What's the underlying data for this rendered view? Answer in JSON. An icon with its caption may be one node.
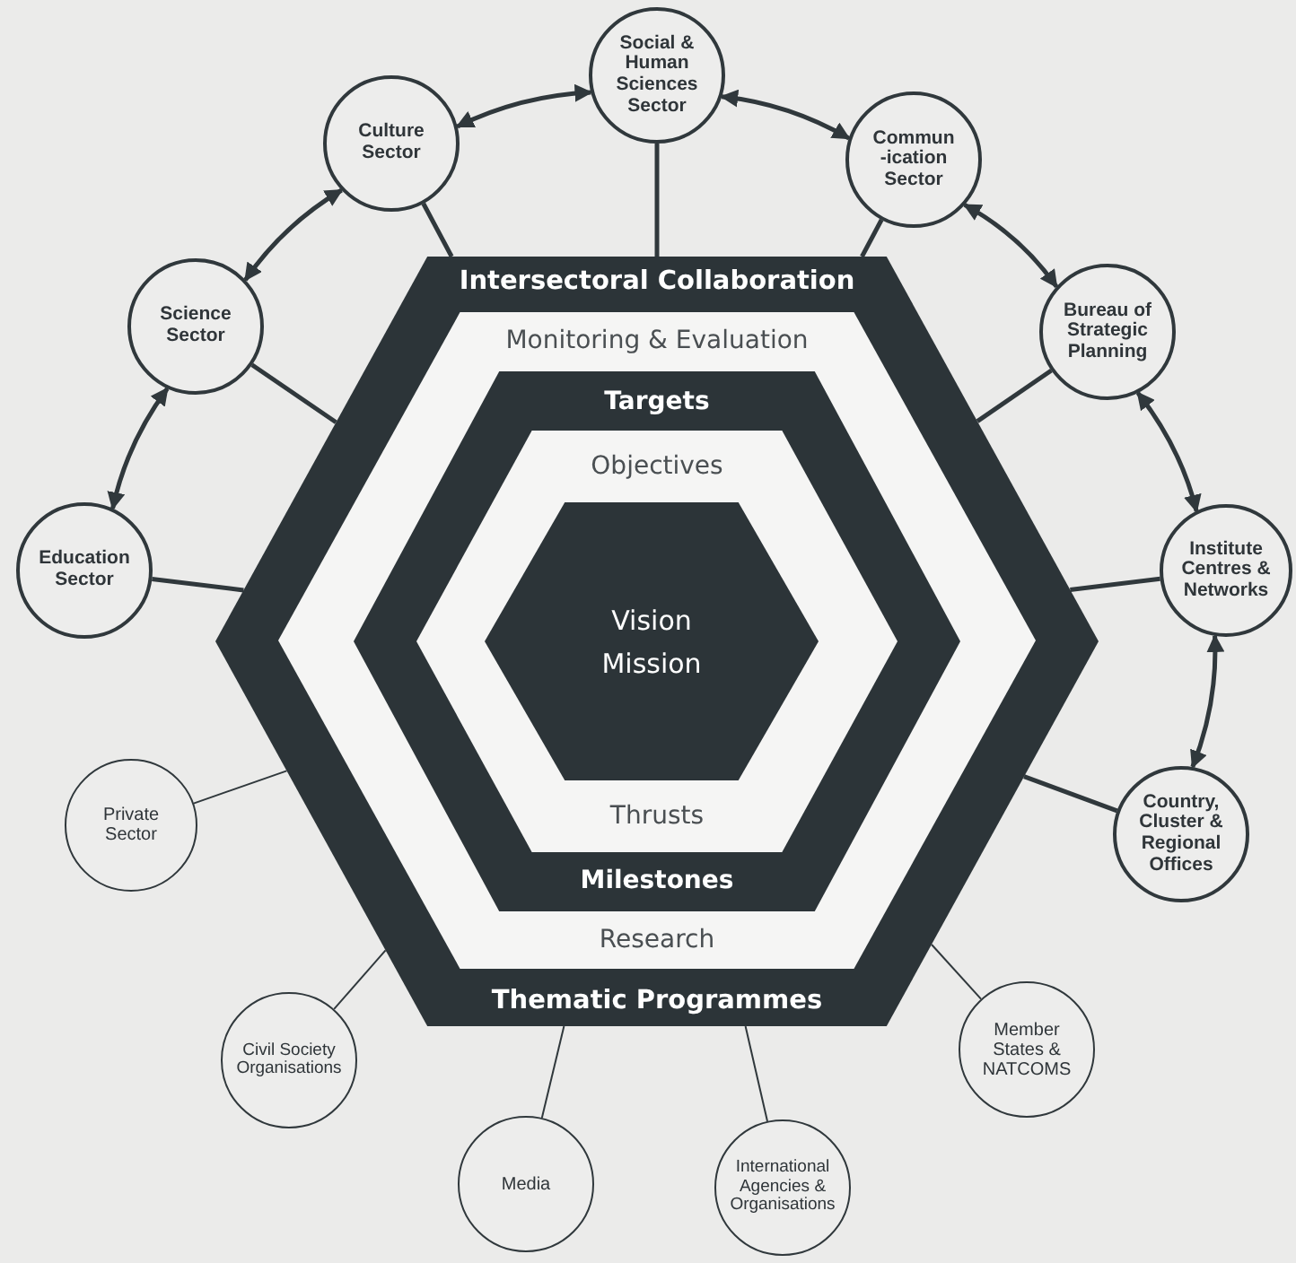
{
  "diagram": {
    "nodes": [
      {
        "text": [
          "Intersectoral Collaboration",
          "Thematic Programmes"
        ]
      },
      {
        "text": [
          "Monitoring & Evaluation",
          "Research"
        ],
        "in": 0
      },
      {
        "text": [
          "Targets",
          "Milestones"
        ],
        "in": 1
      },
      {
        "text": [
          "Objectives",
          "Thrusts"
        ],
        "in": 2
      },
      {
        "text": [
          "Vision Mission"
        ],
        "in": 3
      },
      {
        "text": [
          "Culture Sector"
        ]
      },
      {
        "text": [
          "Social & Human Sciences Sector"
        ]
      },
      {
        "text": [
          "Commun -ication Sector"
        ]
      },
      {
        "text": [
          "Bureau of Strategic Planning"
        ]
      },
      {
        "text": [
          "Institute Centres & Networks"
        ]
      },
      {
        "text": [
          "Country, Cluster & Regional Offices"
        ]
      },
      {
        "text": [
          "Education Sector"
        ]
      },
      {
        "text": [
          "Science Sector"
        ]
      },
      {
        "text": [
          "Private Sector"
        ]
      },
      {
        "text": [
          "Civil Society Organisations"
        ]
      },
      {
        "text": [
          "Media"
        ]
      },
      {
        "text": [
          "International Agencies & Organisations"
        ]
      },
      {
        "text": [
          "Member States & NATCOMS"
        ]
      }
    ],
    "edges": [
      {
        "from": 11,
        "to": 12,
        "arrow": "both"
      },
      {
        "from": 12,
        "to": 5,
        "arrow": "both"
      },
      {
        "from": 5,
        "to": 6,
        "arrow": "both"
      },
      {
        "from": 6,
        "to": 7,
        "arrow": "both"
      },
      {
        "from": 7,
        "to": 8,
        "arrow": "both"
      },
      {
        "from": 8,
        "to": 9,
        "arrow": "both"
      },
      {
        "from": 9,
        "to": 10,
        "arrow": "both"
      },
      {
        "from": 5,
        "to": 0,
        "arrow": "none"
      },
      {
        "from": 6,
        "to": 0,
        "arrow": "none"
      },
      {
        "from": 7,
        "to": 0,
        "arrow": "none"
      },
      {
        "from": 8,
        "to": 0,
        "arrow": "none"
      },
      {
        "from": 9,
        "to": 0,
        "arrow": "none"
      },
      {
        "from": 10,
        "to": 0,
        "arrow": "none"
      },
      {
        "from": 11,
        "to": 0,
        "arrow": "none"
      },
      {
        "from": 12,
        "to": 0,
        "arrow": "none"
      },
      {
        "from": 13,
        "to": 0,
        "arrow": "none"
      },
      {
        "from": 14,
        "to": 0,
        "arrow": "none"
      },
      {
        "from": 15,
        "to": 0,
        "arrow": "none"
      },
      {
        "from": 16,
        "to": 0,
        "arrow": "none"
      },
      {
        "from": 17,
        "to": 0,
        "arrow": "none"
      }
    ]
  }
}
